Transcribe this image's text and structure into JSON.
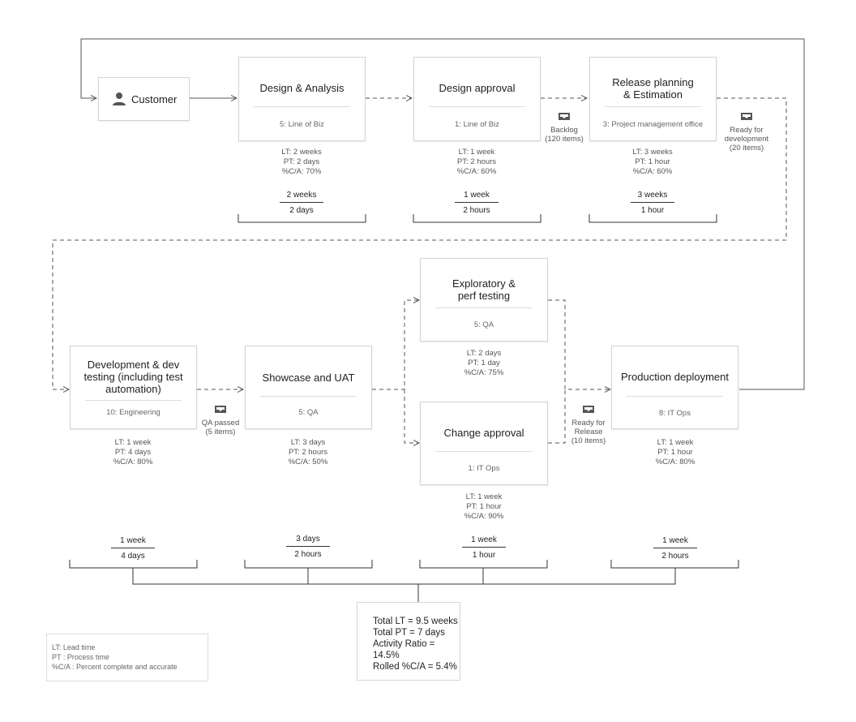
{
  "customer": {
    "label": "Customer",
    "icon": "person-icon"
  },
  "processes": [
    {
      "title": "Design & Analysis",
      "owner": "5: Line of Biz",
      "lt": "LT: 2 weeks",
      "pt": "PT: 2 days",
      "ca": "%C/A: 70%",
      "lt_short": "2 weeks",
      "pt_short": "2 days"
    },
    {
      "title": "Design approval",
      "owner": "1: Line of Biz",
      "lt": "LT: 1 week",
      "pt": "PT: 2 hours",
      "ca": "%C/A: 60%",
      "lt_short": "1 week",
      "pt_short": "2 hours"
    },
    {
      "title": "Release planning & Estimation",
      "owner": "3: Project management office",
      "lt": "LT: 3 weeks",
      "pt": "PT: 1 hour",
      "ca": "%C/A: 60%",
      "lt_short": "3 weeks",
      "pt_short": "1 hour"
    },
    {
      "title": "Development & dev testing (including test automation)",
      "owner": "10: Engineering",
      "lt": "LT: 1 week",
      "pt": "PT: 4 days",
      "ca": "%C/A: 80%",
      "lt_short": "1 week",
      "pt_short": "4 days"
    },
    {
      "title": "Showcase and UAT",
      "owner": "5: QA",
      "lt": "LT: 3 days",
      "pt": "PT: 2 hours",
      "ca": "%C/A: 50%",
      "lt_short": "3 days",
      "pt_short": "2 hours"
    },
    {
      "title": "Exploratory & perf testing",
      "owner": "5: QA",
      "lt": "LT: 2 days",
      "pt": "PT: 1 day",
      "ca": "%C/A: 75%"
    },
    {
      "title": "Change approval",
      "owner": "1: IT Ops",
      "lt": "LT: 1 week",
      "pt": "PT: 1 hour",
      "ca": "%C/A: 90%",
      "lt_short": "1 week",
      "pt_short": "1 hour"
    },
    {
      "title": "Production deployment",
      "owner": "8: IT Ops",
      "lt": "LT: 1 week",
      "pt": "PT: 1 hour",
      "ca": "%C/A: 80%",
      "lt_short": "1 week",
      "pt_short": "2 hours"
    }
  ],
  "queues": [
    {
      "line1": "Backlog",
      "line2": "(120 items)",
      "line3": "",
      "icon": "inbox-tray-icon"
    },
    {
      "line1": "Ready for",
      "line2": "development",
      "line3": "(20 items)",
      "icon": "inbox-tray-icon"
    },
    {
      "line1": "QA passed",
      "line2": "(5 items)",
      "line3": "",
      "icon": "inbox-tray-icon"
    },
    {
      "line1": "Ready for",
      "line2": "Release",
      "line3": "(10 items)",
      "icon": "inbox-tray-icon"
    }
  ],
  "totals": {
    "lt": "Total LT = 9.5 weeks",
    "pt": "Total PT = 7 days",
    "activity": "Activity Ratio = 14.5%",
    "rolled": "Rolled %C/A = 5.4%"
  },
  "legend": {
    "lt": "LT: Lead time",
    "pt": "PT : Process time",
    "ca": "%C/A : Percent complete and accurate"
  },
  "colors": {
    "line": "#555555",
    "box_border": "#d4d4d4",
    "text": "#222222"
  }
}
